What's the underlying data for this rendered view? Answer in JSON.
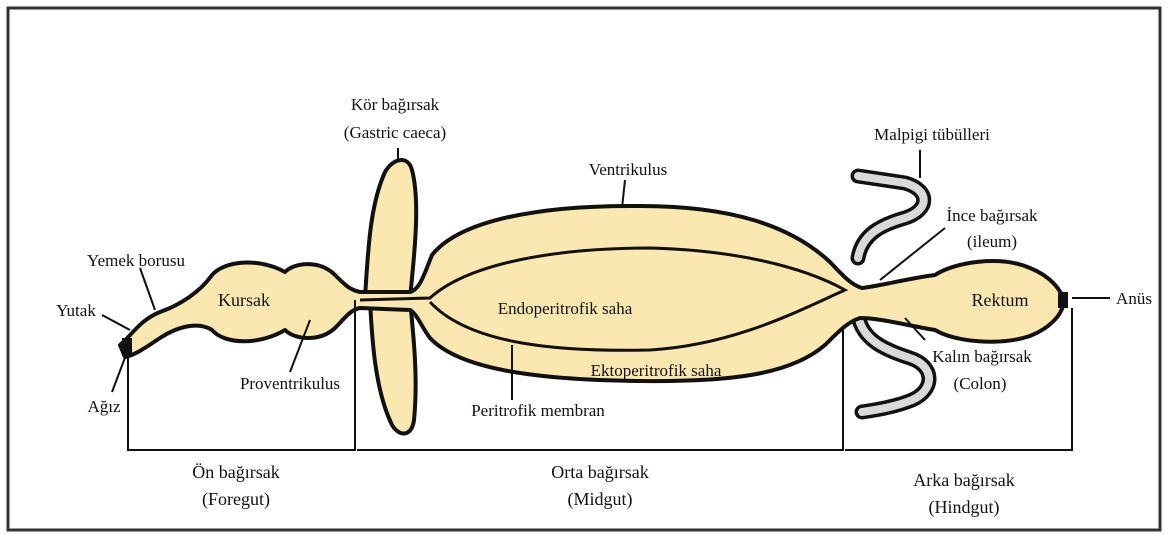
{
  "colors": {
    "gut_fill": "#FBE8AE",
    "outline": "#111111",
    "tubule_fill": "#D9D9D9",
    "frame": "#333333"
  },
  "labels": {
    "kor_bagirsak": "Kör bağırsak",
    "gastric_caeca": "(Gastric caeca)",
    "malpigi": "Malpigi tübülleri",
    "ventrikulus": "Ventrikulus",
    "ince_bagirsak": "İnce bağırsak",
    "ileum": "(ileum)",
    "yemek_borusu": "Yemek borusu",
    "yutak": "Yutak",
    "kursak": "Kursak",
    "endoperitrofik": "Endoperitrofik saha",
    "rektum": "Rektum",
    "anus": "Anüs",
    "kalin_bagirsak": "Kalın bağırsak",
    "colon": "(Colon)",
    "proventrikulus": "Proventrikulus",
    "ektoperitrofik": "Ektoperitrofik saha",
    "agiz": "Ağız",
    "peritrofik": "Peritrofik membran"
  },
  "sections": {
    "foregut_tr": "Ön bağırsak",
    "foregut_en": "(Foregut)",
    "midgut_tr": "Orta bağırsak",
    "midgut_en": "(Midgut)",
    "hindgut_tr": "Arka bağırsak",
    "hindgut_en": "(Hindgut)"
  }
}
